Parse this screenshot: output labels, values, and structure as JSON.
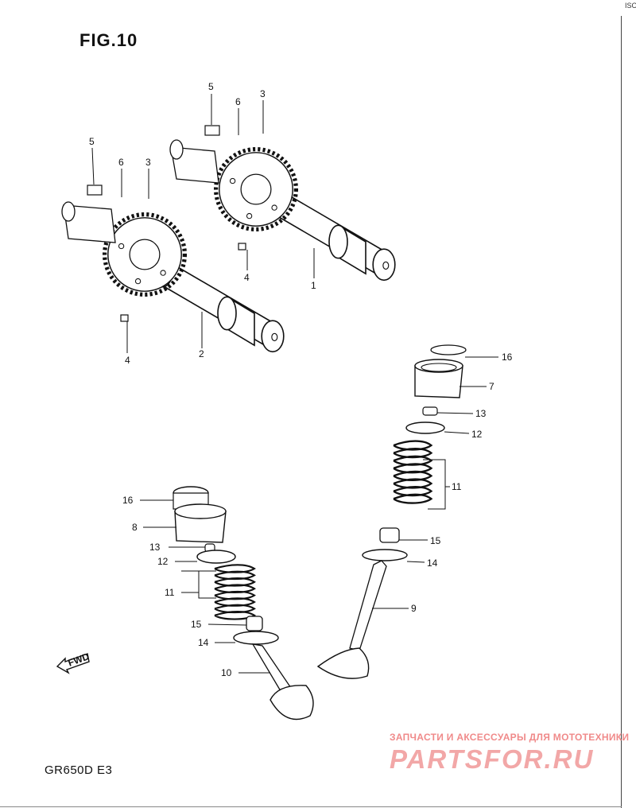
{
  "figure": {
    "title": "FIG.10"
  },
  "model_code": "GR650D E3",
  "direction_label": "FWD",
  "watermark": {
    "tagline": "ЗАПЧАСТИ И АКСЕССУАРЫ ДЛЯ МОТОТЕХНИКИ",
    "brand": "PARTSFOR.RU"
  },
  "corner_mark": "ISO",
  "colors": {
    "line": "#111111",
    "watermark": "#f2a7a7"
  },
  "callouts": [
    {
      "id": "c1",
      "text": "5"
    },
    {
      "id": "c2",
      "text": "6"
    },
    {
      "id": "c3",
      "text": "3"
    },
    {
      "id": "c4",
      "text": "5"
    },
    {
      "id": "c5",
      "text": "6"
    },
    {
      "id": "c6",
      "text": "3"
    },
    {
      "id": "c7",
      "text": "4"
    },
    {
      "id": "c8",
      "text": "1"
    },
    {
      "id": "c9",
      "text": "4"
    },
    {
      "id": "c10",
      "text": "2"
    },
    {
      "id": "c11",
      "text": "16"
    },
    {
      "id": "c12",
      "text": "7"
    },
    {
      "id": "c13",
      "text": "13"
    },
    {
      "id": "c14",
      "text": "12"
    },
    {
      "id": "c15",
      "text": "11"
    },
    {
      "id": "c16",
      "text": "15"
    },
    {
      "id": "c17",
      "text": "14"
    },
    {
      "id": "c18",
      "text": "9"
    },
    {
      "id": "c19",
      "text": "16"
    },
    {
      "id": "c20",
      "text": "8"
    },
    {
      "id": "c21",
      "text": "13"
    },
    {
      "id": "c22",
      "text": "12"
    },
    {
      "id": "c23",
      "text": "11"
    },
    {
      "id": "c24",
      "text": "15"
    },
    {
      "id": "c25",
      "text": "14"
    },
    {
      "id": "c26",
      "text": "10"
    }
  ]
}
